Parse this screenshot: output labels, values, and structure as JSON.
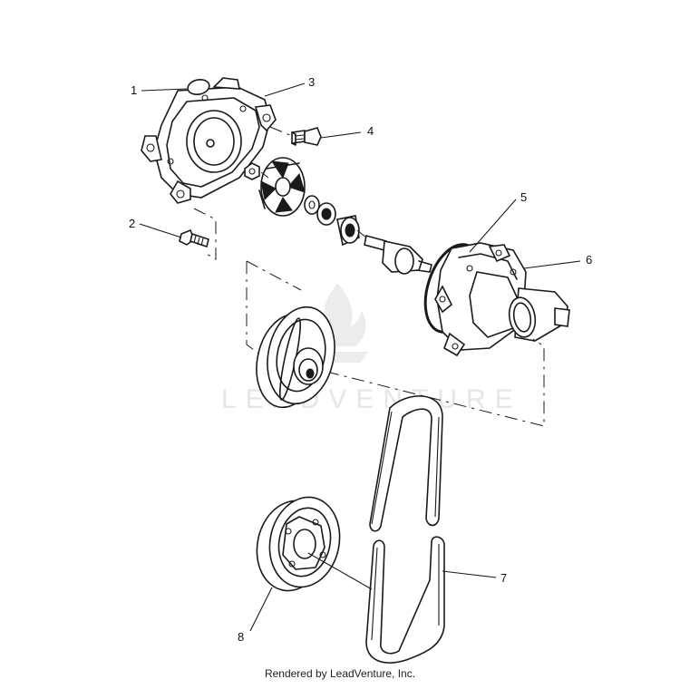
{
  "callouts": {
    "c1": "1",
    "c2": "2",
    "c3": "3",
    "c4": "4",
    "c5": "5",
    "c6": "6",
    "c7": "7",
    "c8": "8"
  },
  "watermark": "LEADVENTURE",
  "credit": "Rendered by LeadVenture, Inc."
}
